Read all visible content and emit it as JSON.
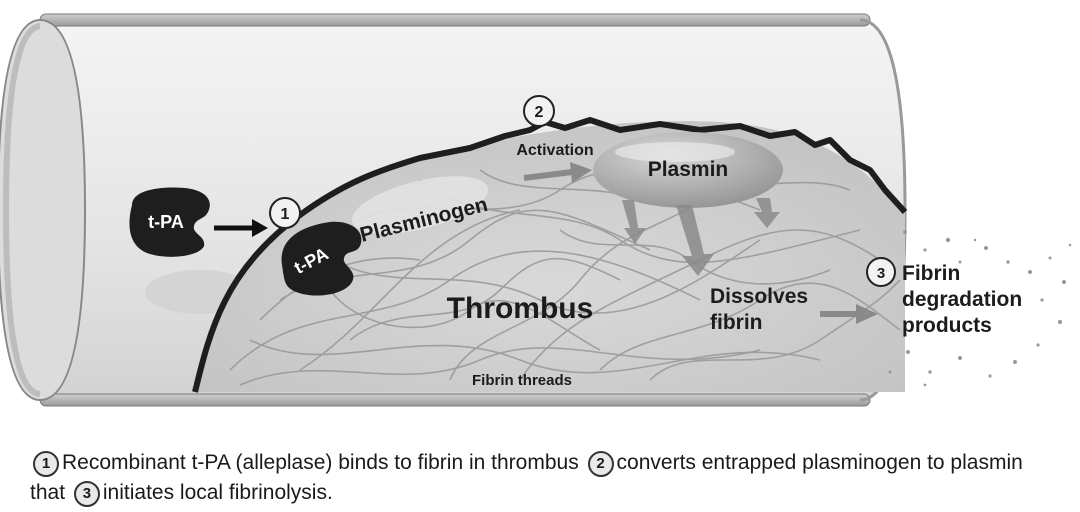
{
  "labels": {
    "tpa_free": "t-PA",
    "tpa_bound": "t-PA",
    "plasminogen": "Plasminogen",
    "activation": "Activation",
    "plasmin": "Plasmin",
    "thrombus": "Thrombus",
    "dissolves_fibrin_line1": "Dissolves",
    "dissolves_fibrin_line2": "fibrin",
    "fibrin_threads": "Fibrin threads",
    "products_line1": "Fibrin",
    "products_line2": "degradation",
    "products_line3": "products"
  },
  "steps": {
    "step1": "1",
    "step2": "2",
    "step3": "3"
  },
  "caption": {
    "num1": "1",
    "text1": "Recombinant t-PA (alleplase) binds to fibrin in thrombus",
    "num2": "2",
    "text2": "converts entrapped plasminogen to plasmin that",
    "num3": "3",
    "text3": "initiates local fibrinolysis."
  },
  "colors": {
    "vessel_fill": "#e6e6e6",
    "vessel_edge": "#8c8c8c",
    "thrombus_edge": "#222222",
    "fibrin": "#9a9a9a",
    "tpa": "#1e1e1e",
    "plasmin": "#b5b5b5"
  }
}
